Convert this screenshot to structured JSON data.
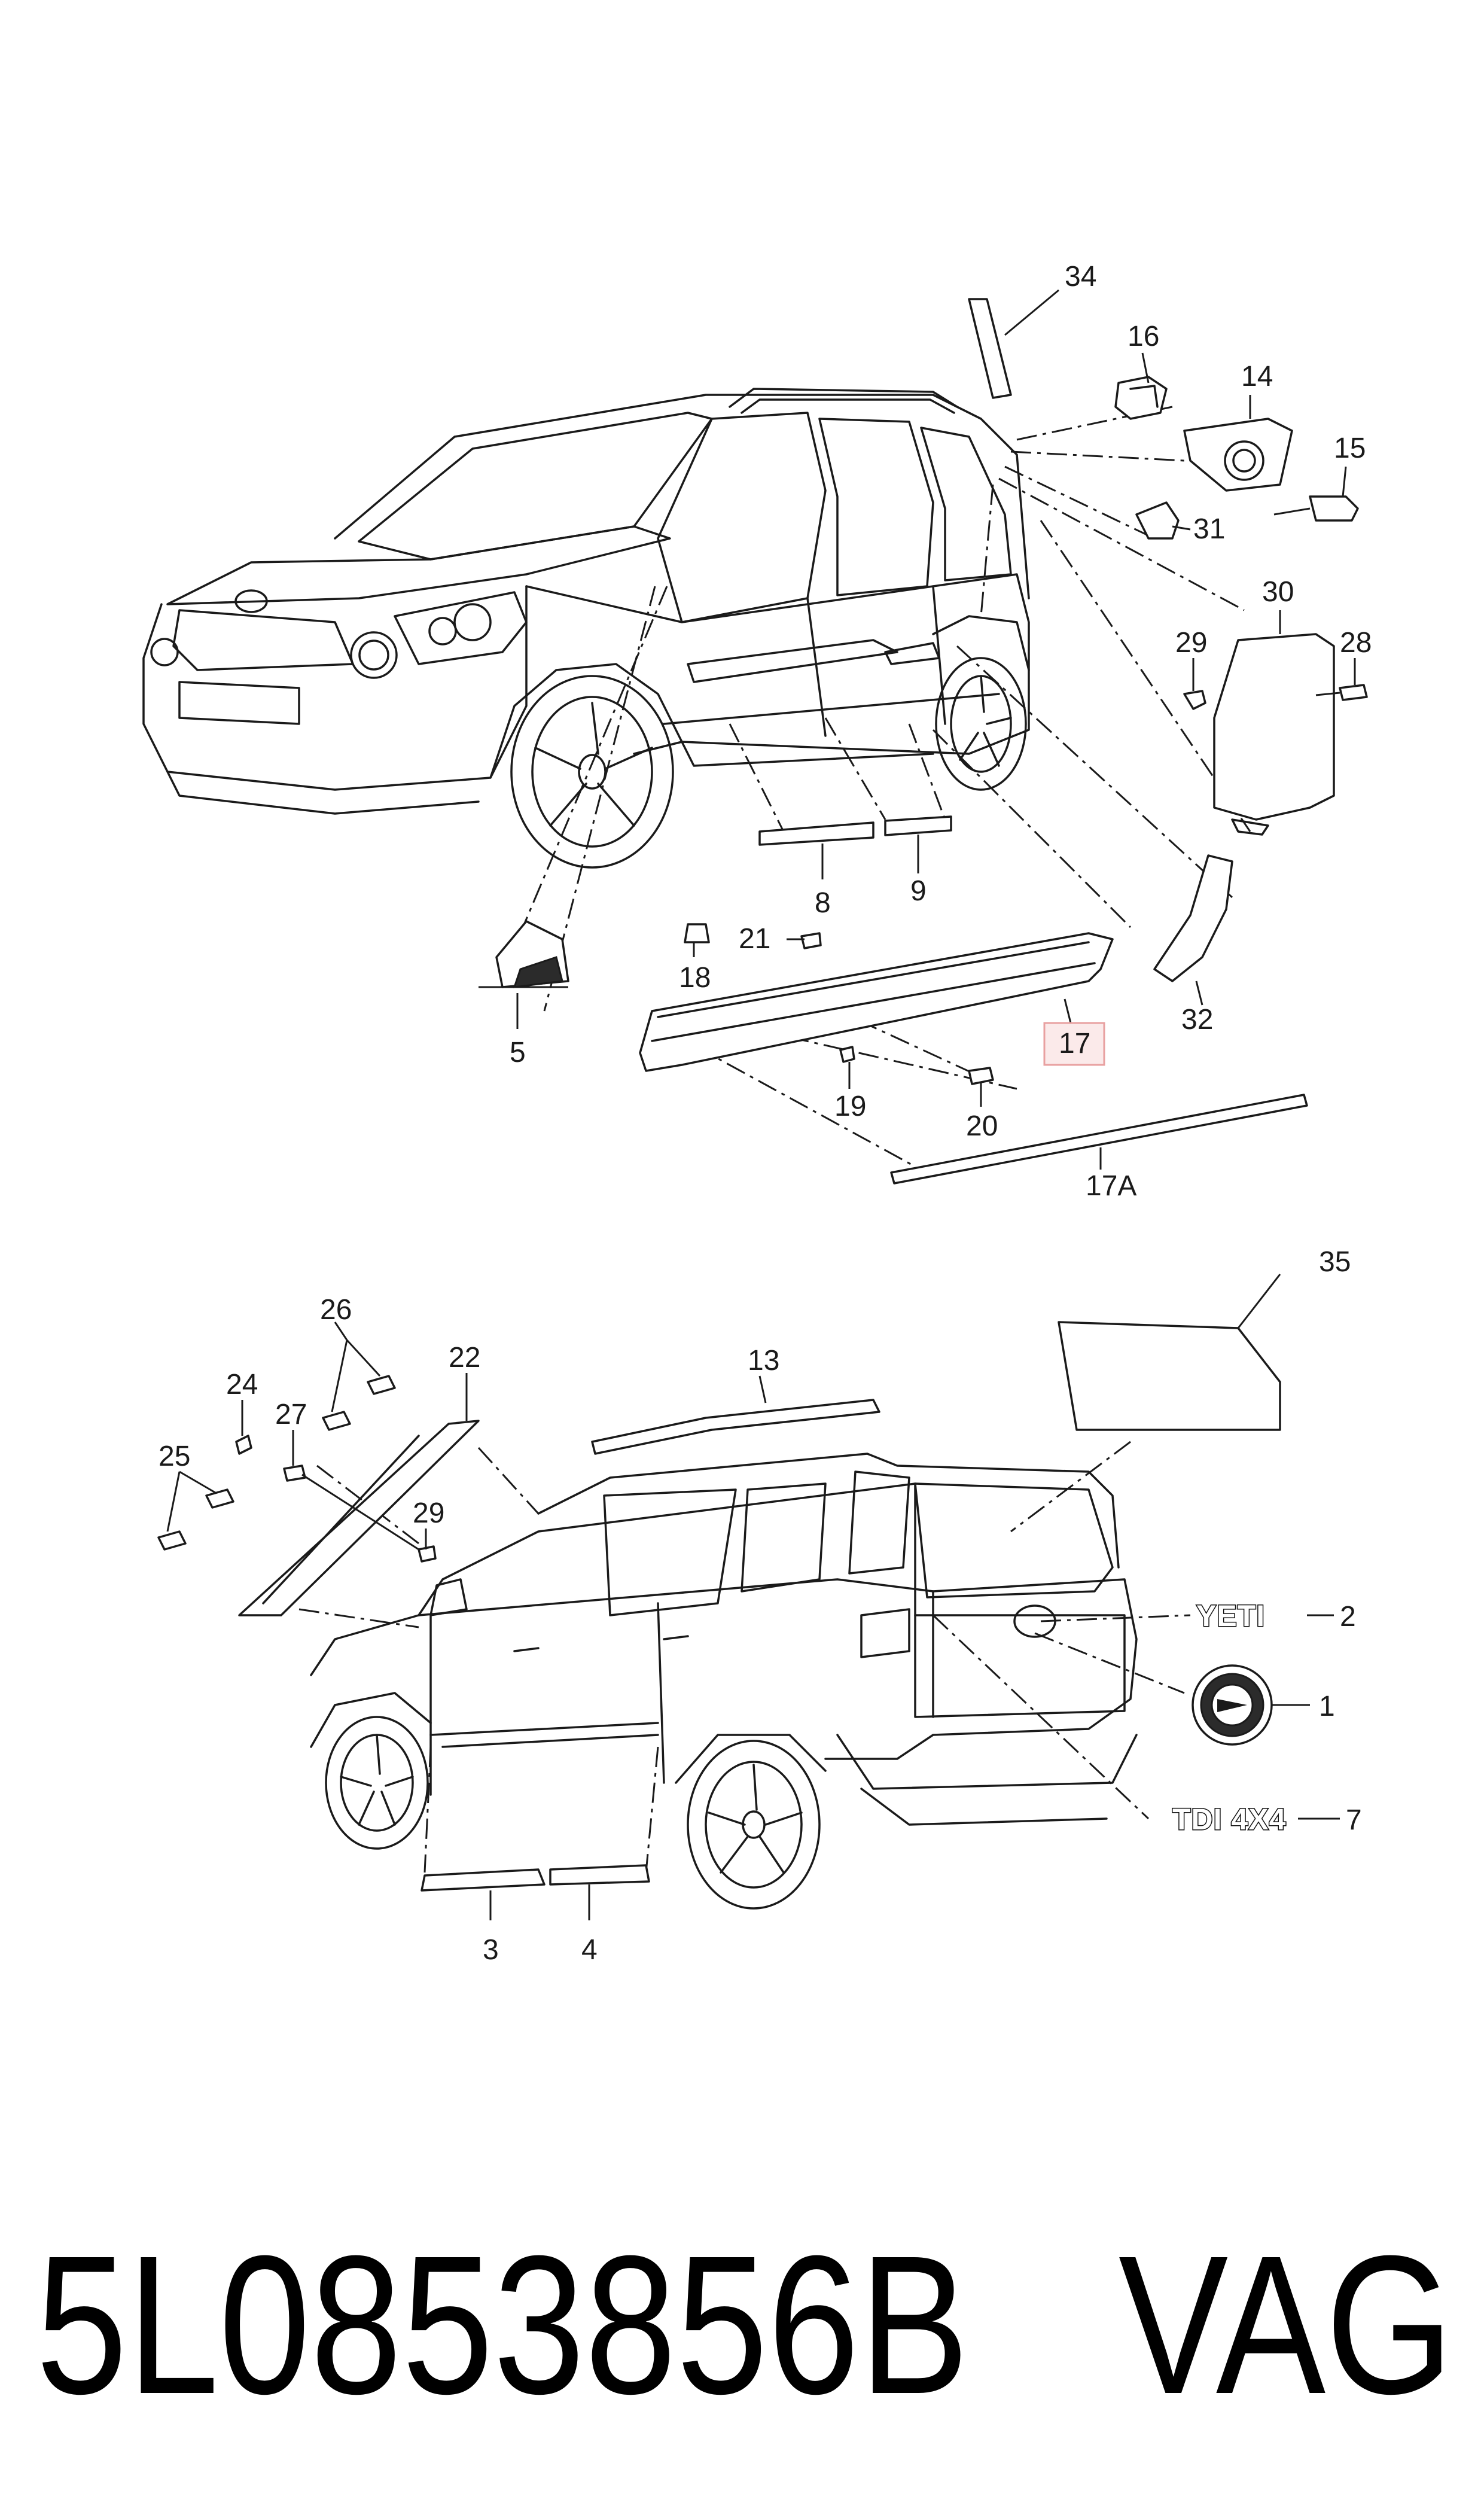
{
  "callouts": {
    "c1": "1",
    "c2": "2",
    "c3": "3",
    "c4": "4",
    "c5": "5",
    "c7": "7",
    "c8": "8",
    "c9": "9",
    "c13": "13",
    "c14": "14",
    "c15": "15",
    "c16": "16",
    "c17": "17",
    "c17a": "17A",
    "c18": "18",
    "c19": "19",
    "c20": "20",
    "c21": "21",
    "c22": "22",
    "c24": "24",
    "c25": "25",
    "c26": "26",
    "c27": "27",
    "c28": "28",
    "c29a": "29",
    "c29b": "29",
    "c30": "30",
    "c31": "31",
    "c32": "32",
    "c34": "34",
    "c35": "35"
  },
  "badges": {
    "yeti": "YETI",
    "tdi": "TDI 4X4"
  },
  "footer": {
    "part_number": "5L0853856B",
    "brand": "VAG"
  },
  "highlight_color": "#e8a0a0"
}
